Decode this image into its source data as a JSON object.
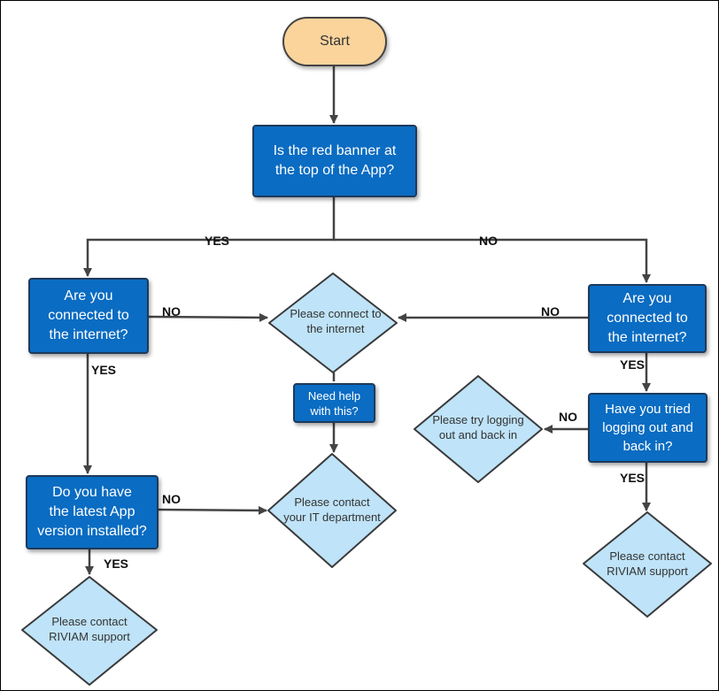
{
  "nodes": {
    "start": "Start",
    "q_banner": "Is the red banner at\nthe top of the App?",
    "q_connected_left": "Are you\nconnected to\nthe internet?",
    "connect": "Please connect to\nthe internet",
    "q_connected_right": "Are you\nconnected to\nthe internet?",
    "need_help": "Need  help\nwith this?",
    "q_latest_app": "Do you have\nthe latest App\nversion installed?",
    "contact_it": "Please contact\nyour IT department",
    "contact_riviam_left": "Please contact\nRIVIAM support",
    "try_logout": "Please try logging\nout and back in",
    "q_tried_logout": "Have you tried\nlogging out and\nback in?",
    "contact_riviam_right": "Please contact\nRIVIAM support"
  },
  "labels": {
    "yes_banner": "YES",
    "no_banner": "NO",
    "no_left_connected": "NO",
    "yes_left_connected": "YES",
    "no_right_connected": "NO",
    "yes_right_connected": "YES",
    "no_latest_app": "NO",
    "yes_latest_app": "YES",
    "no_tried_logout": "NO",
    "yes_tried_logout": "YES"
  },
  "colors": {
    "decision_box": "#0a6cc2",
    "diamond_fill": "#bfe3f8",
    "start_fill": "#fbd49c",
    "connector": "#444444"
  }
}
